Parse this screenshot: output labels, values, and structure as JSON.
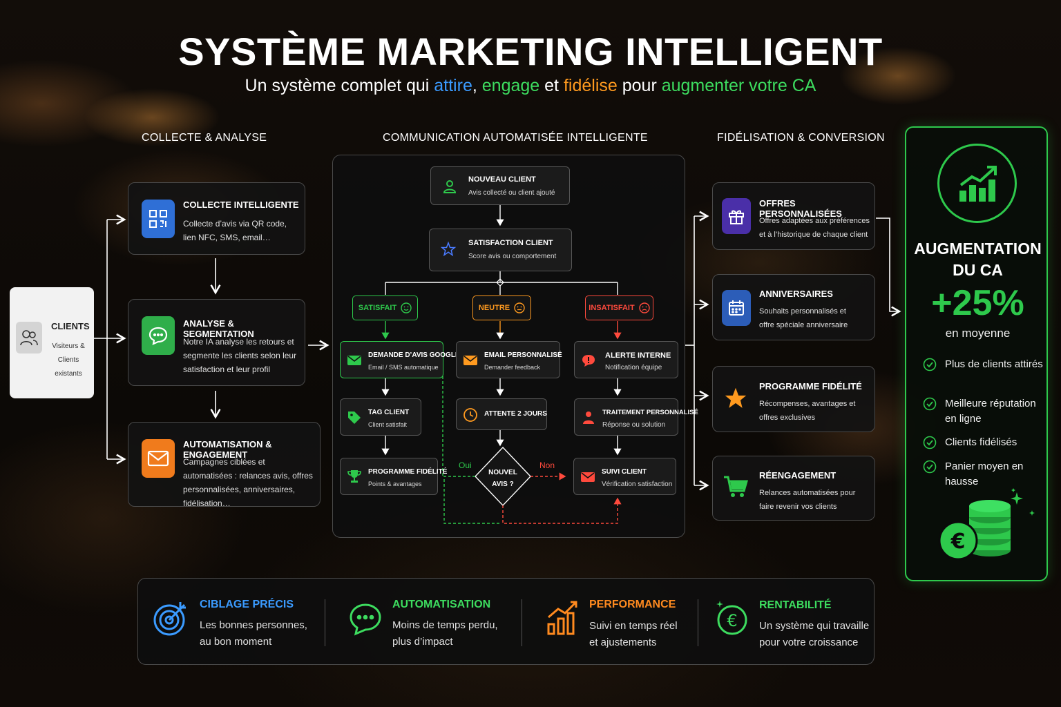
{
  "header": {
    "title": "SYSTÈME MARKETING INTELLIGENT",
    "subtitle_parts": [
      "Un système complet qui ",
      "attire",
      ", ",
      "engage",
      " et ",
      "fidélise",
      " pour ",
      "augmenter votre CA"
    ]
  },
  "sections": {
    "collect": "COLLECTE & ANALYSE",
    "comm": "COMMUNICATION AUTOMATISÉE INTELLIGENTE",
    "loyalty": "FIDÉLISATION & CONVERSION"
  },
  "clients": {
    "title": "CLIENTS",
    "desc": "Visiteurs & Clients existants"
  },
  "collect_cards": [
    {
      "title": "COLLECTE INTELLIGENTE",
      "desc": "Collecte d’avis via QR code, lien NFC, SMS, email…",
      "icon": "qr-code-icon"
    },
    {
      "title": "ANALYSE & SEGMENTATION",
      "desc": "Notre IA analyse les retours et segmente les clients selon leur satisfaction et leur profil",
      "icon": "chat-icon"
    },
    {
      "title": "AUTOMATISATION & ENGAGEMENT",
      "desc": "Campagnes ciblées et automatisées : relances avis, offres personnalisées, anniversaires, fidélisation…",
      "icon": "mail-icon"
    }
  ],
  "flow": {
    "new_client": {
      "title": "NOUVEAU CLIENT",
      "sub": "Avis collecté ou client ajouté"
    },
    "satisfaction": {
      "title": "SATISFACTION CLIENT",
      "sub": "Score avis ou comportement"
    },
    "pills": [
      "SATISFAIT",
      "NEUTRE",
      "INSATISFAIT"
    ],
    "left": [
      {
        "title": "DEMANDE D’AVIS GOOGLE",
        "sub": "Email / SMS automatique"
      },
      {
        "title": "TAG CLIENT",
        "sub": "Client satisfait"
      },
      {
        "title": "PROGRAMME FIDÉLITÉ",
        "sub": "Points & avantages"
      }
    ],
    "middle": [
      {
        "title": "EMAIL PERSONNALISÉ",
        "sub": "Demander feedback"
      },
      {
        "title": "ATTENTE 2 JOURS",
        "sub": ""
      }
    ],
    "right": [
      {
        "title": "ALERTE INTERNE",
        "sub": "Notification équipe"
      },
      {
        "title": "TRAITEMENT PERSONNALISÉ",
        "sub": "Réponse ou solution"
      },
      {
        "title": "SUIVI CLIENT",
        "sub": "Vérification satisfaction"
      }
    ],
    "decision": "NOUVEL AVIS ?",
    "yes": "Oui",
    "no": "Non"
  },
  "loyalty_cards": [
    {
      "title": "OFFRES PERSONNALISÉES",
      "desc": "Offres adaptées aux préférences et à l’historique de chaque client",
      "icon": "gift-icon"
    },
    {
      "title": "ANNIVERSAIRES",
      "desc": "Souhaits personnalisés et offre spéciale anniversaire",
      "icon": "calendar-icon"
    },
    {
      "title": "PROGRAMME FIDÉLITÉ",
      "desc": "Récompenses, avantages et offres exclusives",
      "icon": "star-icon"
    },
    {
      "title": "RÉENGAGEMENT",
      "desc": "Relances automatisées pour faire revenir vos clients",
      "icon": "cart-icon"
    }
  ],
  "result": {
    "title_line1": "AUGMENTATION",
    "title_line2": "DU CA",
    "value": "+25%",
    "caption": "en moyenne",
    "items": [
      "Plus de clients attirés",
      "Meilleure réputation en ligne",
      "Clients fidélisés",
      "Panier moyen en hausse"
    ]
  },
  "features": [
    {
      "title": "CIBLAGE PRÉCIS",
      "line1": "Les bonnes personnes,",
      "line2": "au bon moment",
      "color": "#3b9bff"
    },
    {
      "title": "AUTOMATISATION",
      "line1": "Moins de temps perdu,",
      "line2": "plus d’impact",
      "color": "#3ddc5f"
    },
    {
      "title": "PERFORMANCE",
      "line1": "Suivi en temps réel",
      "line2": "et ajustements",
      "color": "#ff8a1f"
    },
    {
      "title": "RENTABILITÉ",
      "line1": "Un système qui travaille",
      "line2": "pour votre croissance",
      "color": "#3ddc5f"
    }
  ],
  "colors": {
    "green": "#2ec94c",
    "orange": "#ff9a1f",
    "red": "#ff4a3d",
    "blue": "#3b9bff"
  }
}
